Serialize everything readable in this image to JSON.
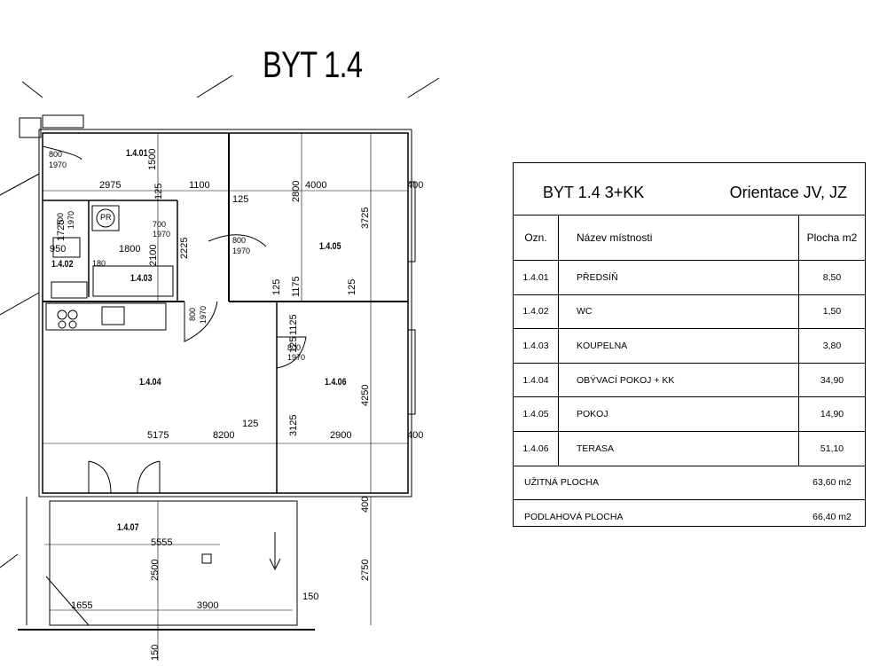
{
  "plan": {
    "title": "BYT 1.4",
    "rooms": [
      {
        "id": "1.4.01"
      },
      {
        "id": "1.4.02"
      },
      {
        "id": "1.4.03"
      },
      {
        "id": "1.4.04"
      },
      {
        "id": "1.4.05"
      },
      {
        "id": "1.4.06"
      },
      {
        "id": "1.4.07"
      }
    ],
    "dimensions": {
      "d2975": "2975",
      "d1100": "1100",
      "d125a": "125",
      "d125b": "125",
      "d4000": "4000",
      "d400a": "400",
      "d2800": "2800",
      "d3725": "3725",
      "d1500": "1500",
      "d950": "950",
      "d1800": "1800",
      "d180": "180",
      "d2100": "2100",
      "d2225": "2225",
      "d1725": "1725",
      "d1175": "1175",
      "d125c": "125",
      "d125d": "125",
      "d125e": "125",
      "d5175": "5175",
      "d8200": "8200",
      "d125f": "125",
      "d2900": "2900",
      "d400b": "400",
      "d3125": "3125",
      "d4250": "4250",
      "d1125": "1125",
      "d400c": "400",
      "d5555": "5555",
      "d2500": "2500",
      "d2750": "2750",
      "d1655": "1655",
      "d3900": "3900",
      "d150a": "150",
      "d150b": "150"
    },
    "doors": {
      "d1w": "800",
      "d1h": "1970",
      "d2w": "700",
      "d2h": "1970",
      "d3w": "700",
      "d3h": "1970",
      "d4w": "800",
      "d4h": "1970",
      "d5w": "800",
      "d5h": "1970",
      "d6w": "800",
      "d6h": "1970"
    },
    "fixtures": {
      "pr": "PR"
    }
  },
  "table": {
    "title": "BYT 1.4  3+KK",
    "orientation": "Orientace JV, JZ",
    "headers": {
      "code": "Ozn.",
      "name": "Název místnosti",
      "area": "Plocha m2"
    },
    "rows": [
      {
        "code": "1.4.01",
        "name": "PŘEDSÍŇ",
        "area": "8,50"
      },
      {
        "code": "1.4.02",
        "name": "WC",
        "area": "1,50"
      },
      {
        "code": "1.4.03",
        "name": "KOUPELNA",
        "area": "3,80"
      },
      {
        "code": "1.4.04",
        "name": "OBÝVACÍ POKOJ + KK",
        "area": "34,90"
      },
      {
        "code": "1.4.05",
        "name": "POKOJ",
        "area": "14,90"
      },
      {
        "code": "1.4.06",
        "name": "TERASA",
        "area": "51,10"
      }
    ],
    "summary": [
      {
        "label": "UŽITNÁ PLOCHA",
        "value": "63,60 m2"
      },
      {
        "label": "PODLAHOVÁ PLOCHA",
        "value": "66,40 m2"
      }
    ]
  }
}
